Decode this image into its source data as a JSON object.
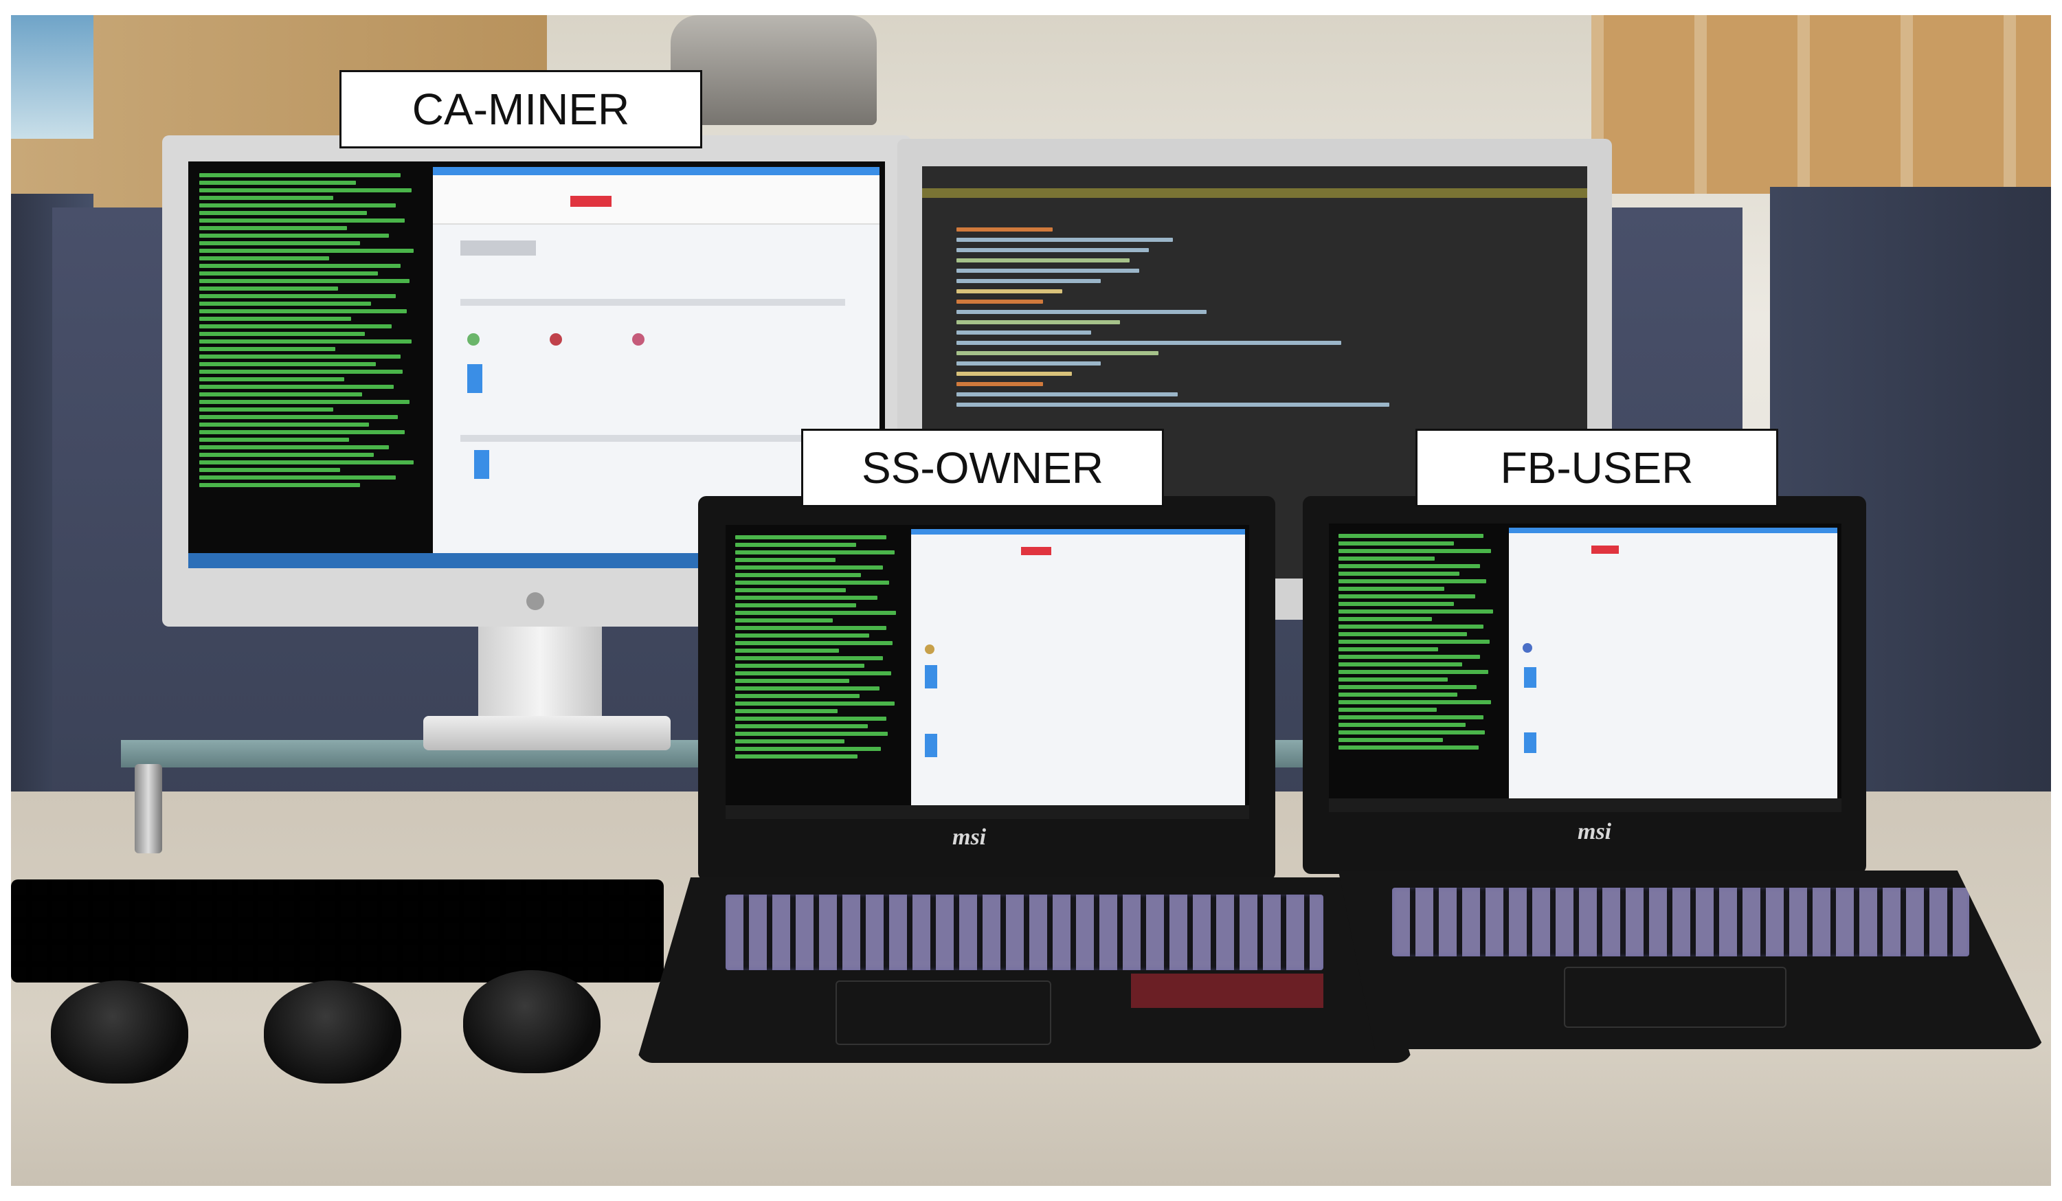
{
  "labels": {
    "ca_miner": "CA-MINER",
    "ss_owner": "SS-OWNER",
    "fb_user": "FB-USER"
  },
  "laptop_brand": "msi",
  "colors": {
    "wall": "#e9e6df",
    "partition": "#3d4458",
    "desk": "#cbc4b7",
    "terminal_green": "#56d356",
    "editor_bg": "#2b2b2b",
    "accent_red": "#e0343f"
  }
}
